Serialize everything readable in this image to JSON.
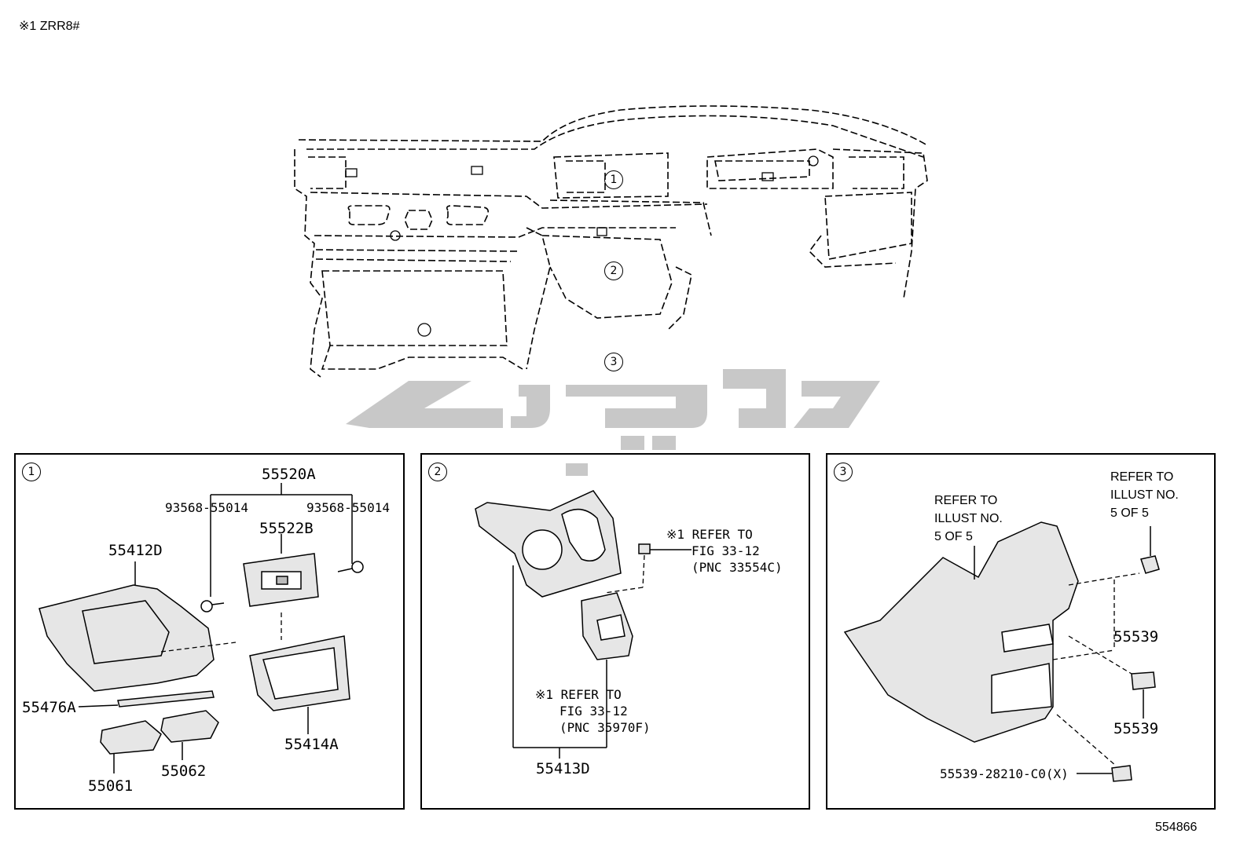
{
  "header": {
    "note": "※1 ZRR8#"
  },
  "figure_id": "554866",
  "main_view": {
    "callouts": [
      "1",
      "2",
      "3"
    ]
  },
  "panels": [
    {
      "number": "1",
      "labels": {
        "p55520A": "55520A",
        "p93568_left": "93568-55014",
        "p93568_right": "93568-55014",
        "p55522B": "55522B",
        "p55412D": "55412D",
        "p55476A": "55476A",
        "p55414A": "55414A",
        "p55061": "55061",
        "p55062": "55062"
      }
    },
    {
      "number": "2",
      "labels": {
        "ref_top_line1": "※1 REFER TO",
        "ref_top_line2": "FIG 33-12",
        "ref_top_line3": "(PNC 33554C)",
        "ref_bottom_line1": "※1 REFER TO",
        "ref_bottom_line2": "FIG 33-12",
        "ref_bottom_line3": "(PNC 35970F)",
        "p55413D": "55413D"
      }
    },
    {
      "number": "3",
      "labels": {
        "ref_left": "REFER TO\nILLUST NO.\n5 OF 5",
        "ref_right": "REFER TO\nILLUST NO.\n5 OF 5",
        "p55539_top": "55539",
        "p55539_bottom": "55539",
        "p55539_full": "55539-28210-C0(X)"
      }
    }
  ],
  "colors": {
    "line": "#000000",
    "watermark": "#c8c8c8",
    "part_fill": "#e6e6e6"
  }
}
